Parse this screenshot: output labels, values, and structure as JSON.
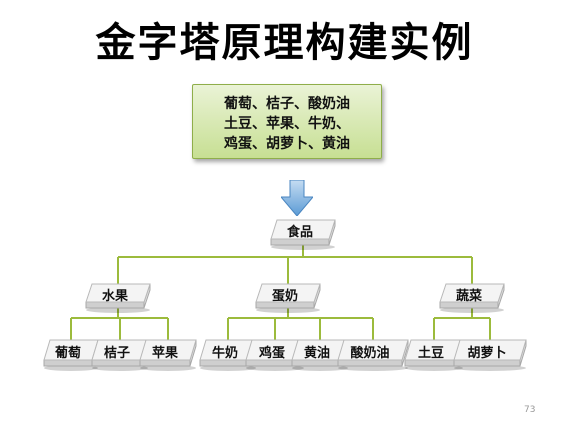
{
  "title": "金字塔原理构建实例",
  "source_box": {
    "lines": [
      "葡萄、桔子、酸奶油",
      "土豆、苹果、牛奶、",
      "鸡蛋、胡萝卜、黄油"
    ]
  },
  "root": "食品",
  "groups": [
    {
      "label": "水果",
      "children": [
        "葡萄",
        "桔子",
        "苹果"
      ]
    },
    {
      "label": "蛋奶",
      "children": [
        "牛奶",
        "鸡蛋",
        "黄油",
        "酸奶油"
      ]
    },
    {
      "label": "蔬菜",
      "children": [
        "土豆",
        "胡萝卜"
      ]
    }
  ],
  "page_number": "73",
  "colors": {
    "connector": "#9cbb3c",
    "arrow": "#6fa8dc",
    "box_fill_top": "#eaf3d6",
    "box_fill_bottom": "#c7df93"
  }
}
